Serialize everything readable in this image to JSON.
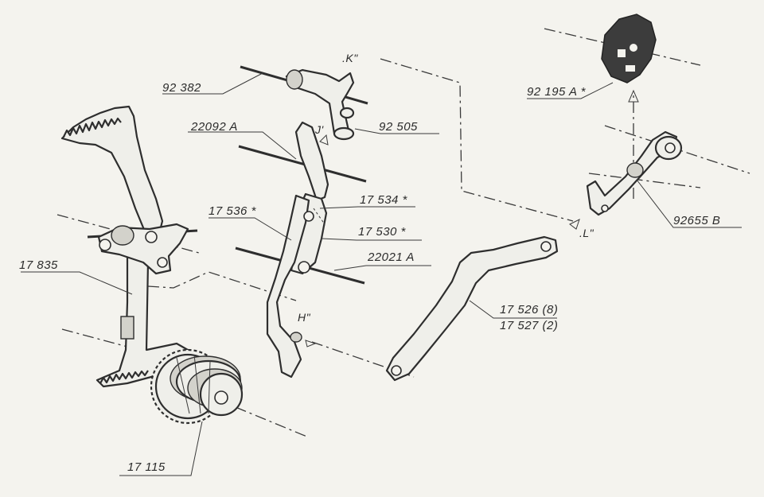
{
  "diagram": {
    "part_numbers": {
      "p92382": "92 382",
      "p22092A": "22092 A",
      "p92505": "92 505",
      "p17536": "17 536 *",
      "p17534": "17 534 *",
      "p17530": "17 530 *",
      "p22021A": "22021 A",
      "p17835": "17 835",
      "p17526": "17 526 (8)",
      "p17527": "17 527 (2)",
      "p17115": "17 115",
      "p92195A": "92 195 A *",
      "p92655B": "92655 B"
    },
    "reference_marks": {
      "K": ".K\"",
      "J": "J'",
      "H": "H\"",
      "L": ".L\""
    }
  }
}
